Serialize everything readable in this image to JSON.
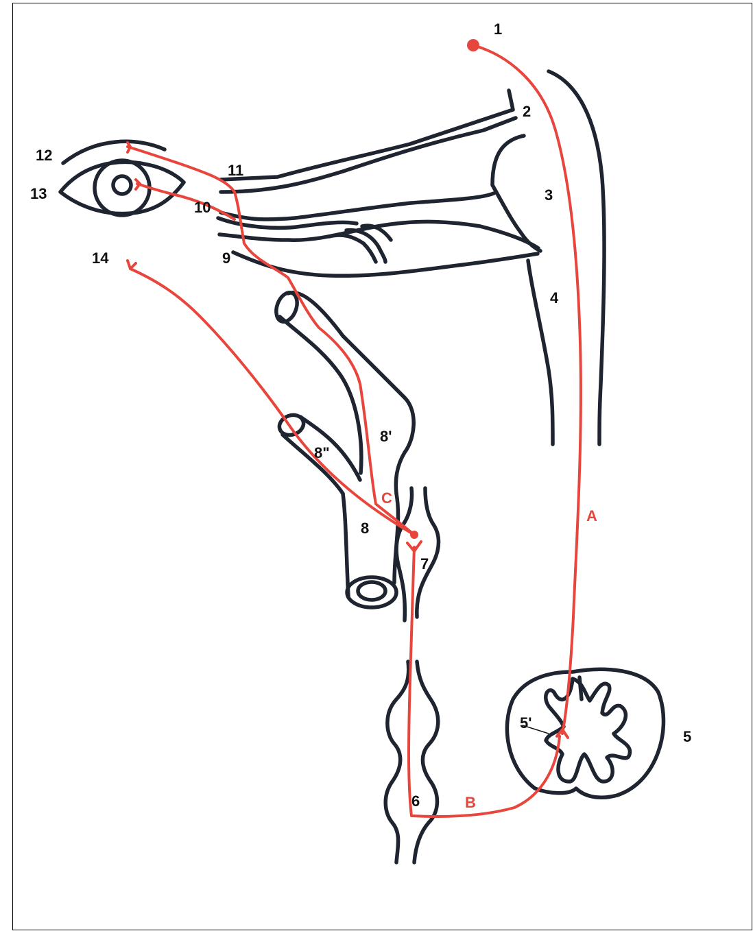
{
  "labels": {
    "l1": "1",
    "l2": "2",
    "l3": "3",
    "l4": "4",
    "l5": "5",
    "l5p": "5'",
    "l6": "6",
    "l7": "7",
    "l8": "8",
    "l8p": "8'",
    "l8pp": "8\"",
    "l9": "9",
    "l10": "10",
    "l11": "11",
    "l12": "12",
    "l13": "13",
    "l14": "14"
  },
  "pathways": {
    "a": "A",
    "b": "B",
    "c": "C"
  },
  "colors": {
    "anatomy": "#1e2530",
    "nerve": "#e8453c"
  }
}
